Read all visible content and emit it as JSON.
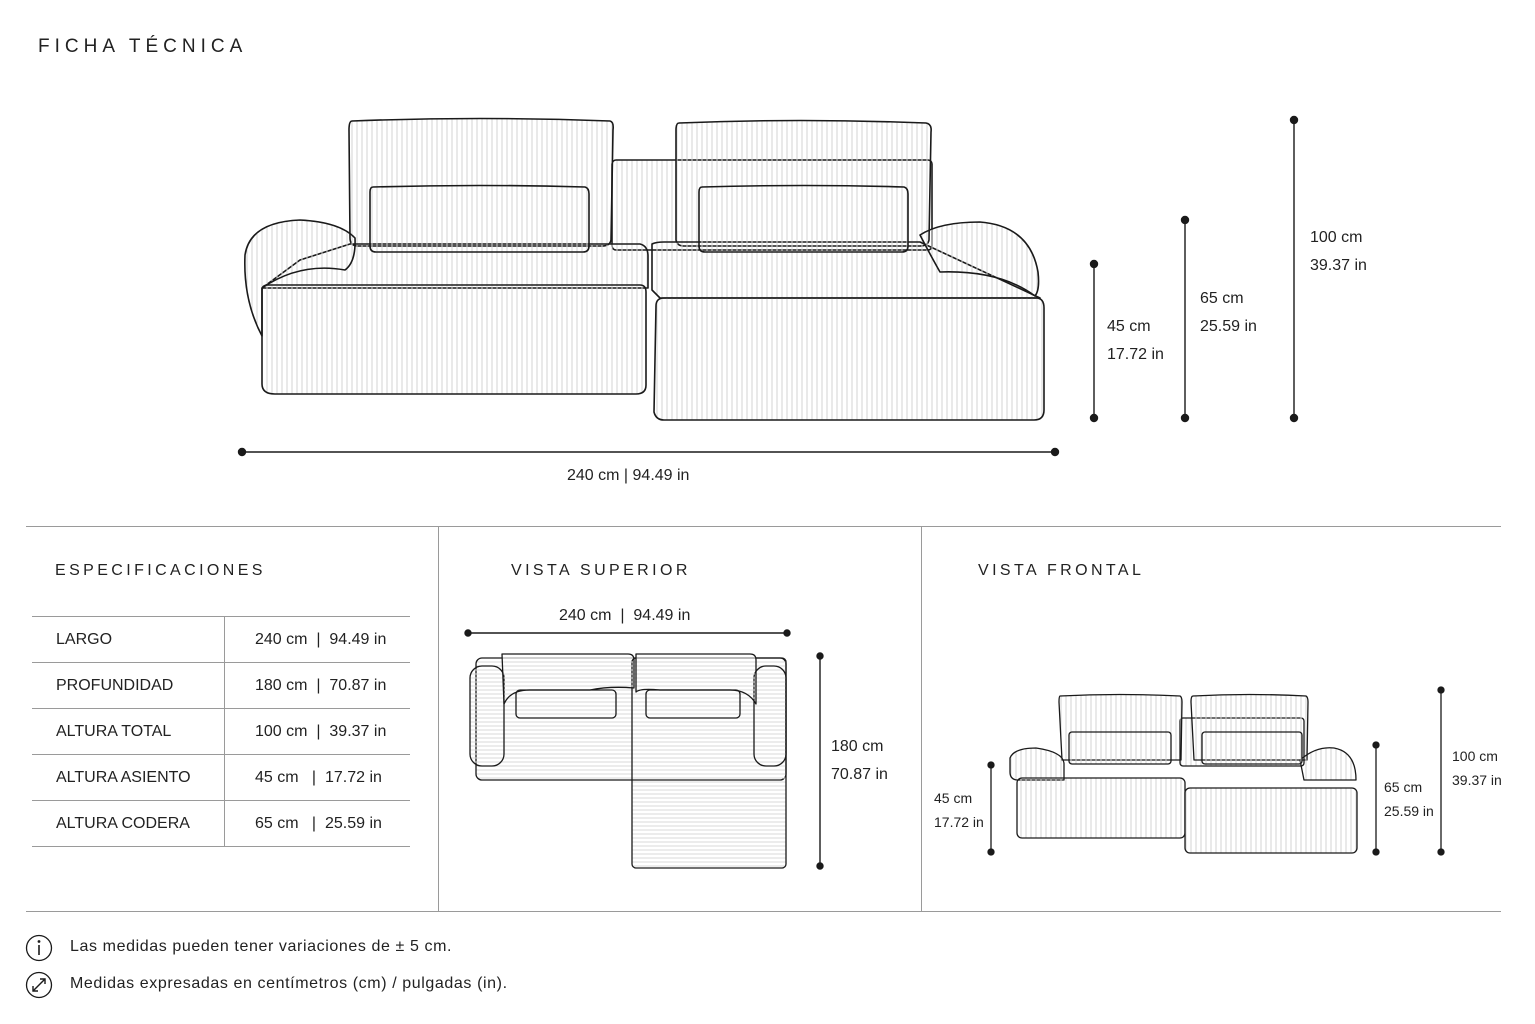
{
  "page": {
    "title": "FICHA TÉCNICA"
  },
  "main_view": {
    "width_label": "240 cm  |  94.49 in",
    "heights": [
      {
        "cm": "45 cm",
        "in": "17.72 in"
      },
      {
        "cm": "65 cm",
        "in": "25.59 in"
      },
      {
        "cm": "100 cm",
        "in": "39.37 in"
      }
    ]
  },
  "specs": {
    "header": "ESPECIFICACIONES",
    "rows": [
      {
        "label": "LARGO",
        "value": "240 cm  |  94.49 in"
      },
      {
        "label": "PROFUNDIDAD",
        "value": "180 cm  |  70.87 in"
      },
      {
        "label": "ALTURA TOTAL",
        "value": "100 cm  |  39.37 in"
      },
      {
        "label": "ALTURA ASIENTO",
        "value": "45 cm   |  17.72 in"
      },
      {
        "label": "ALTURA CODERA",
        "value": "65 cm   |  25.59 in"
      }
    ]
  },
  "top_view": {
    "header": "VISTA  SUPERIOR",
    "width_label": "240 cm  |  94.49 in",
    "depth_cm": "180 cm",
    "depth_in": "70.87 in"
  },
  "front_view": {
    "header": "VISTA  FRONTAL",
    "seat": {
      "cm": "45 cm",
      "in": "17.72 in"
    },
    "arm": {
      "cm": "65 cm",
      "in": "25.59 in"
    },
    "total": {
      "cm": "100 cm",
      "in": "39.37 in"
    }
  },
  "notes": [
    {
      "icon": "info-icon",
      "text": "Las medidas pueden tener variaciones de ± 5 cm."
    },
    {
      "icon": "measure-icon",
      "text": "Medidas expresadas en centímetros (cm) / pulgadas (in)."
    }
  ],
  "colors": {
    "line": "#1a1a1a",
    "divider": "#9a9a9a",
    "hatch": "#cfcfcf"
  }
}
